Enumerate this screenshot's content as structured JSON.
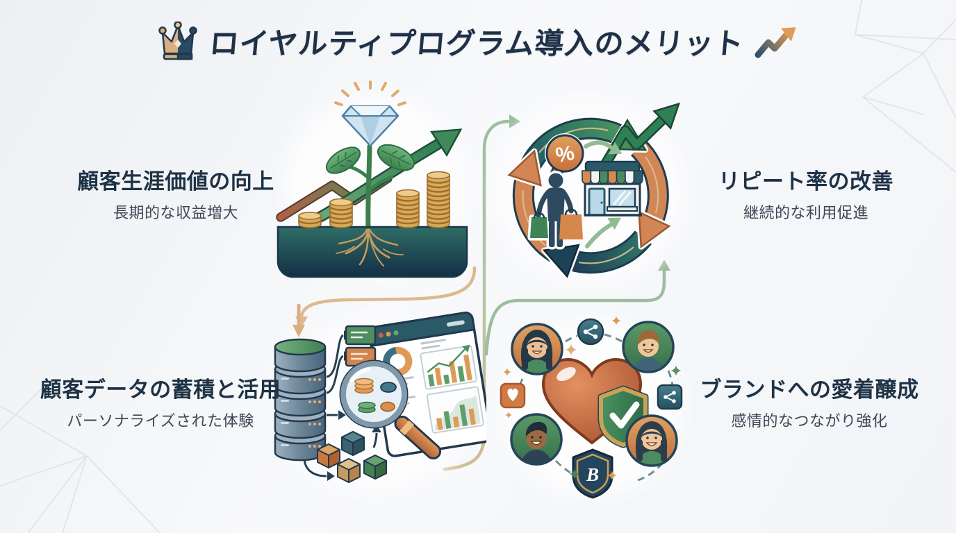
{
  "title": {
    "text": "ロイヤルティプログラム導入のメリット",
    "left_icon": "crown-icon",
    "right_icon": "trend-up-icon"
  },
  "benefits": [
    {
      "position": "top-left",
      "heading": "顧客生涯価値の向上",
      "subheading": "長期的な収益増大",
      "illustration": "growth-plant-diamond-coins"
    },
    {
      "position": "top-right",
      "heading": "リピート率の改善",
      "subheading": "継続的な利用促進",
      "illustration": "repeat-cycle-store-customer"
    },
    {
      "position": "bottom-left",
      "heading": "顧客データの蓄積と活用",
      "subheading": "パーソナライズされた体験",
      "illustration": "database-analytics-magnifier"
    },
    {
      "position": "bottom-right",
      "heading": "ブランドへの愛着醸成",
      "subheading": "感情的なつながり強化",
      "illustration": "heart-shield-community"
    }
  ],
  "decor": {
    "percent": "%",
    "badge_letter": "B"
  },
  "colors": {
    "title_navy": "#1e3147",
    "dark_teal": "#2a5a68",
    "green": "#45905a",
    "orange": "#d28555",
    "gold": "#d9b27c",
    "sage": "#9dbd9e",
    "tan_line": "#dcb98f",
    "light_blue": "#c4deed",
    "background": "#f2f4f7"
  }
}
